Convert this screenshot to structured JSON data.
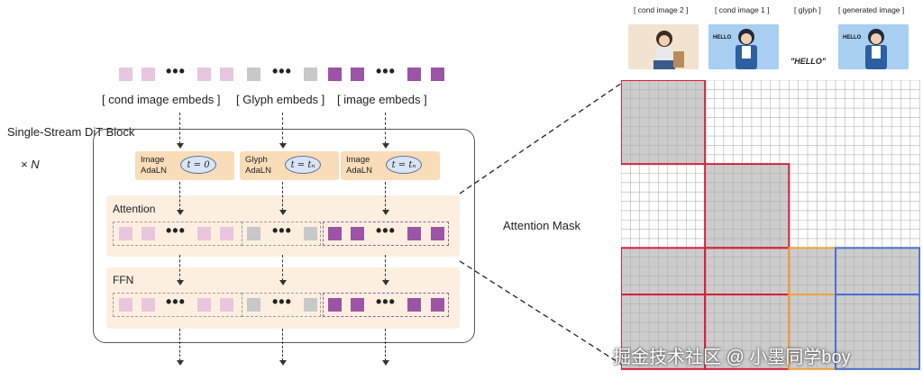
{
  "labels": {
    "cond_embeds": "[ cond image embeds ]",
    "glyph_embeds": "[ Glyph embeds ]",
    "image_embeds": "[ image embeds ]",
    "block_title": "Single-Stream DiT Block",
    "repeat": "× N",
    "attention": "Attention",
    "ffn": "FFN",
    "attention_mask": "Attention Mask",
    "dots": "•••"
  },
  "adaln": [
    {
      "line1": "Image",
      "line2": "AdaLN",
      "t": "t = 0"
    },
    {
      "line1": "Glyph",
      "line2": "AdaLN",
      "t": "t = tₙ"
    },
    {
      "line1": "Image",
      "line2": "AdaLN",
      "t": "t = tₙ"
    }
  ],
  "image_header": {
    "cond2": "[ cond image 2 ]",
    "cond1": "[ cond image 1 ]",
    "glyph": "[ glyph ]",
    "generated": "[ generated image ]",
    "hello_quote": "\"HELLO\"",
    "hello_sign": "HELLO"
  },
  "watermark": "掘金技术社区 @ 小墨同学boy",
  "colors": {
    "light_pink": "#e8c6de",
    "gray": "#c8c8c8",
    "purple": "#9b54a6",
    "red": "#d4203c",
    "orange": "#eda33c",
    "blue": "#4a6fd0",
    "grid_fill": "#cccccc"
  }
}
